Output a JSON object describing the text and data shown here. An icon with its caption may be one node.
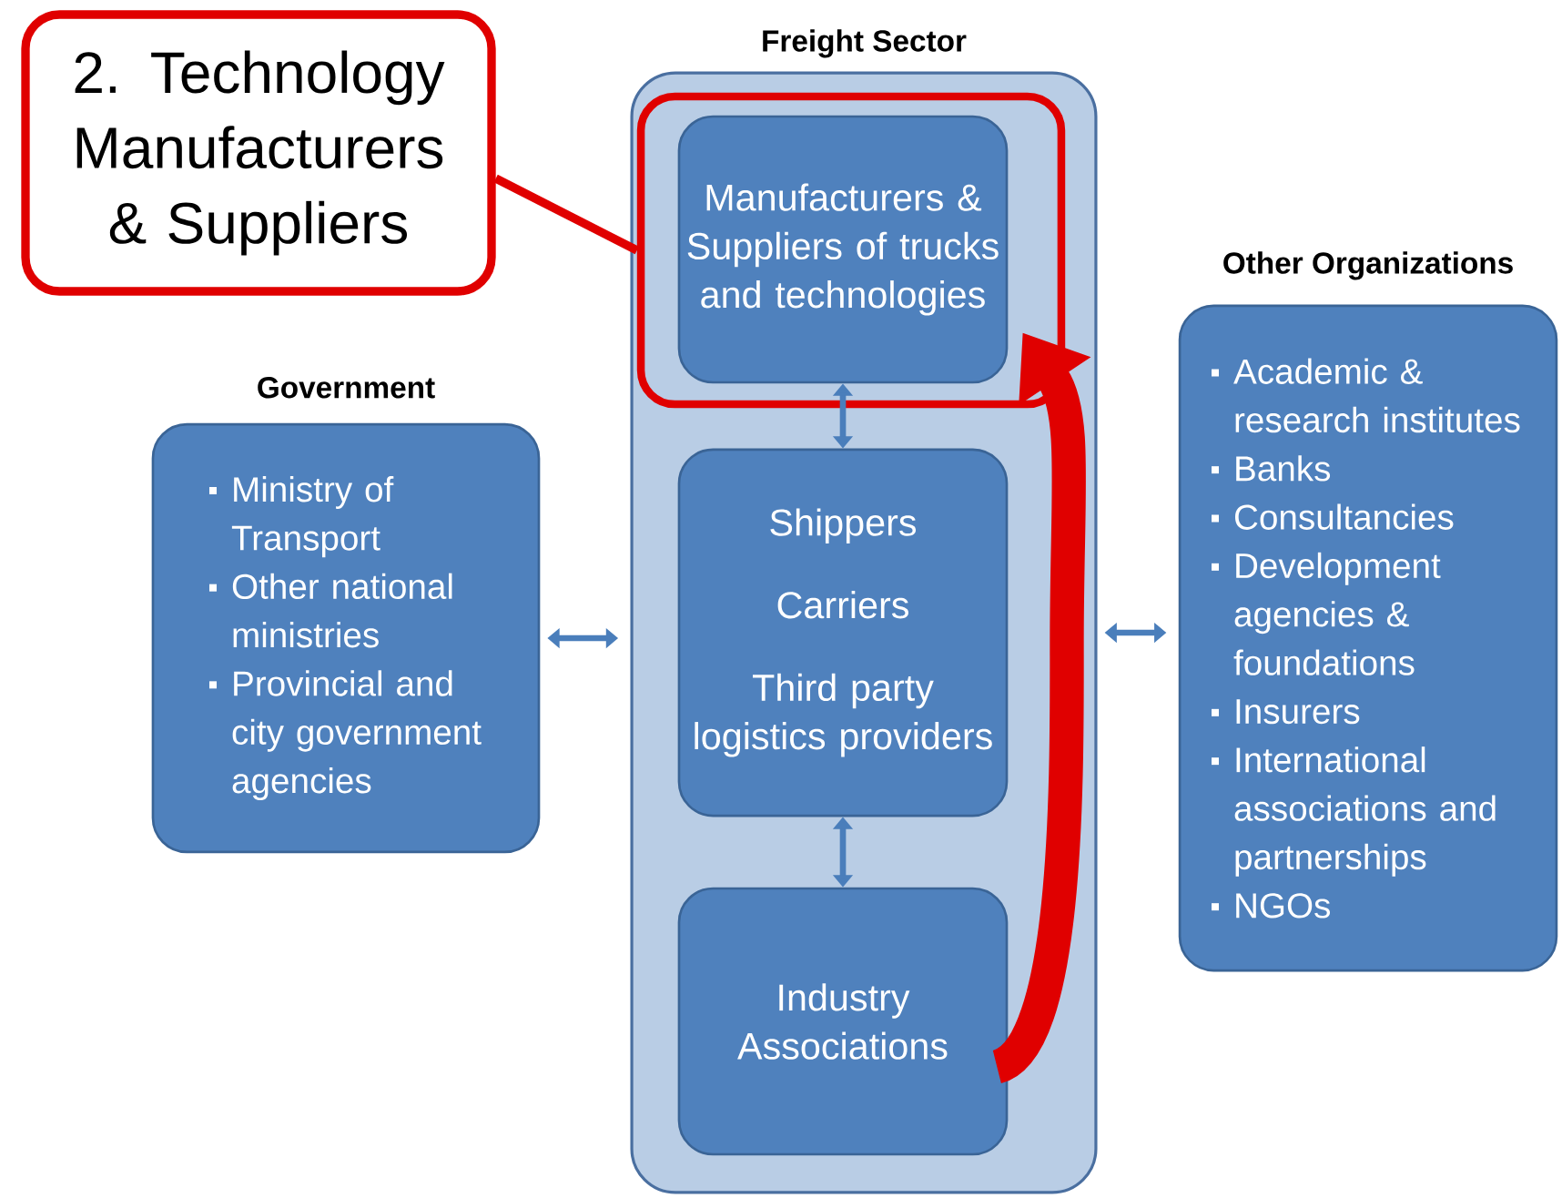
{
  "diagram": {
    "nodes": [
      {
        "text": [
          "2. Technology Manufacturers & Suppliers"
        ]
      },
      {
        "text": [
          "Freight Sector"
        ]
      },
      {
        "text": [],
        "shape": "box",
        "in": 1
      },
      {
        "text": [
          "Manufacturers & Suppliers of trucks and technologies"
        ],
        "in": 2
      },
      {
        "text": [
          "Shippers",
          "Carriers",
          "Third party logistics providers"
        ],
        "in": 1
      },
      {
        "text": [
          "Industry Associations"
        ],
        "in": 1
      },
      {
        "text": [
          "Government",
          "Ministry of Transport",
          "Other national ministries",
          "Provincial and city government agencies"
        ]
      },
      {
        "text": [
          "Other Organizations",
          "Academic & research institutes",
          "Banks",
          "Consultancies",
          "Development agencies  & foundations",
          "Insurers",
          "International associations and partnerships",
          "NGOs"
        ]
      }
    ],
    "edges": [
      {
        "from": 0,
        "to": 2,
        "arrow": "none",
        "color": "#e00000"
      },
      {
        "from": 6,
        "to": 1,
        "arrow": "both"
      },
      {
        "from": 1,
        "to": 7,
        "arrow": "both"
      },
      {
        "from": 3,
        "to": 4,
        "arrow": "both"
      },
      {
        "from": 4,
        "to": 5,
        "arrow": "both"
      },
      {
        "from": 5,
        "to": 3,
        "arrow": "to",
        "style": "thick",
        "color": "#e00000"
      }
    ]
  }
}
